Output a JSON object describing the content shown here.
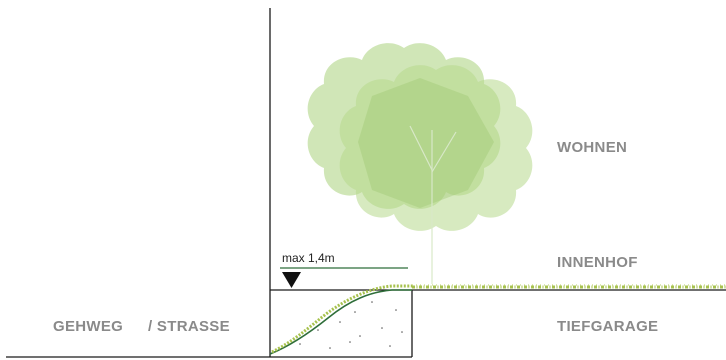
{
  "labels": {
    "wohnen": "WOHNEN",
    "innenhof": "INNENHOF",
    "gehweg": "GEHWEG",
    "strasse": "/ STRASSE",
    "tiefgarage": "TIEFGARAGE",
    "max_height": "max 1,4m"
  },
  "colors": {
    "line": "#1a1a1a",
    "label": "#8a8a8a",
    "tree_foliage": "#a9d17c",
    "grass": "#a7c24e",
    "soil_line": "#2f6e3a",
    "dimension_line": "#2f6e3a"
  },
  "icons": {
    "level_marker": "triangle-down-icon",
    "tree": "tree-icon"
  }
}
